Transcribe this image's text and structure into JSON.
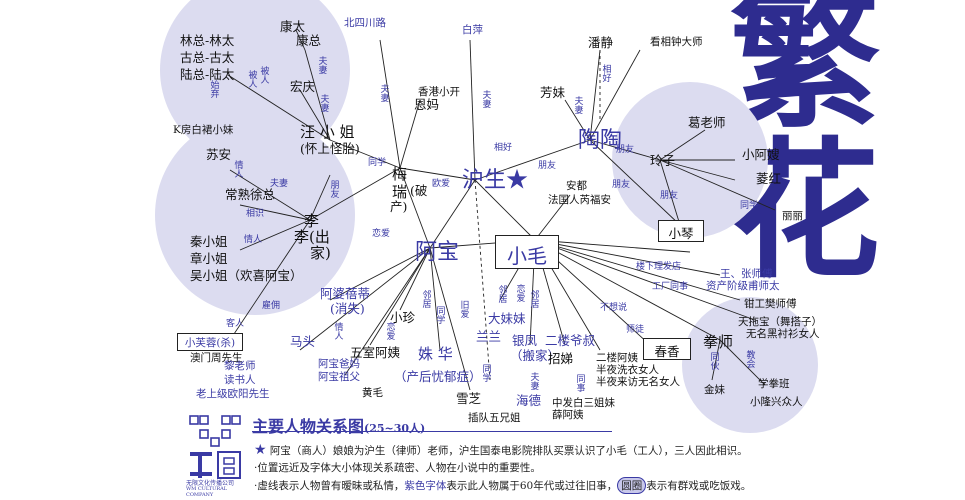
{
  "title": "主要人物关系图",
  "title_count": "(25~30人)",
  "calligraphy": "繁花",
  "nodes": {
    "husheng": "沪生",
    "star": "★",
    "abao": "阿宝",
    "xiaomao": "小毛",
    "taotao": "陶陶",
    "wang": "汪 小 姐",
    "wang_sub": "(怀上怪胎)",
    "mei": "梅",
    "mei2": "瑞",
    "mei_sub": "(破",
    "mei_sub2": "产)",
    "li": "李",
    "li2": "李(出",
    "li_sub": "家)",
    "kangtai": "康太",
    "kangzong": "康总",
    "hongqing": "宏庆",
    "linzong": "林总-林太",
    "guzong": "古总-古太",
    "luzong": "陆总-陆太",
    "kroom": "K房白裙小妹",
    "suan": "苏安",
    "changshu": "常熟徐总",
    "qin": "秦小姐",
    "zhang": "章小姐",
    "wu": "吴小姐（欢喜阿宝）",
    "furong": "小芙蓉(杀)",
    "macau": "澳门周先生",
    "li_teacher": "黎老师",
    "reader": "读书人",
    "ouyang": "老上级欧阳先生",
    "mapo": "阿婆蓓蒂",
    "mapo_sub": "(消失)",
    "matou": "马头",
    "xiaozhen": "小珍",
    "wushi": "五室阿姨",
    "hbaba": "阿宝爸妈",
    "hzufu": "阿宝祖父",
    "huangmao": "黄毛",
    "shuhua": "姝 华",
    "shuhua_sub": "（产后忧郁症）",
    "lanlan": "兰兰",
    "xuezhi": "雪芝",
    "chadui": "插队五兄姐",
    "dameimei": "大妹妹",
    "yinfeng": "银凤",
    "yinfeng_sub": "（搬家）",
    "erlou": "二楼爷叔",
    "haide": "海德",
    "zhaodi": "招娣",
    "erlouayi": "二楼阿姨",
    "banye1": "半夜洗衣女人",
    "banye2": "半夜来访无名女人",
    "baiwu": "中发白三姐妹",
    "xueayi": "薛阿姨",
    "chunxiang": "春香",
    "quanshi": "拳师",
    "jinmei": "金妹",
    "xuebanban": "学拳班",
    "xiaolong": "小隆兴众人",
    "anxin": "安都",
    "faguo": "法国人芮福安",
    "wangzhang": "王、张师傅",
    "zichan": "资产阶级甫师太",
    "qiangong": "钳工樊师傅",
    "tiantuozi": "天拖宝（舞搭子）",
    "wuming": "无名黑衬衫女人",
    "beisi": "北四川路",
    "baiping": "白萍",
    "xianggang": "香港小开",
    "enma": "恩妈",
    "panjing": "潘静",
    "kanxiang": "看相钟大师",
    "fangmei": "芳妹",
    "gelaoshi": "葛老师",
    "xiaoa": "小阿嫂",
    "lingzi": "玲子",
    "linghong": "菱红",
    "lili": "丽丽",
    "xiaoqin": "小琴"
  },
  "labels": {
    "fuqi": "夫妻",
    "fuqi2": "夫妻",
    "fuqi3": "夫妻",
    "fuqi4": "夫妻",
    "fuqi5": "夫妻",
    "fuqi6": "夫妻",
    "qingren": "情人",
    "qingren2": "情人",
    "qingren3": "情人",
    "pengyou": "朋友",
    "pengyou2": "朋友",
    "pengyou3": "朋友",
    "pengyou4": "朋友",
    "pengyou5": "朋友",
    "tongxue": "同学",
    "tongxue2": "同学",
    "tongxue3": "同学",
    "tongxue4": "同学",
    "xiangbao": "相好",
    "xiangbao2": "相好",
    "linju": "邻居",
    "linju2": "邻居",
    "linju3": "邻居",
    "lianai": "恋爱",
    "lianai2": "恋爱",
    "lianai3": "恋爱",
    "jiuai": "旧爱",
    "kuiai": "欧爱",
    "fuqi_v": "夫妻",
    "gu": "雇佣",
    "pomei": "被人",
    "pomei2": "被人",
    "shiqi": "始弃",
    "gongchang": "工厂同事",
    "lou": "楼下理发店",
    "xiangjie": "不想说",
    "qiangjiao": "师徒",
    "tongshi": "同事",
    "kedian": "客人",
    "jiaoshi": "教会",
    "mawei": "同伙",
    "jianzhang": "相识"
  },
  "box_labels": {
    "chunxiang": "春香",
    "xiaoqin": "小琴",
    "furong": "小芙蓉(杀)"
  },
  "legend": {
    "line1_prefix": "阿宝（商人）娘娘为沪生（律师）老师，沪生国泰电影院排队买票认识了小毛（工人），三人因此相识。",
    "line2": "·位置远近及字体大小体现关系疏密、人物在小说中的重要性。",
    "line3_a": "·虚线表示人物曾有暧昧或私情，",
    "line3_b": "紫色字体",
    "line3_c": "表示此人物属于60年代或过往旧事，",
    "line3_d": "圆圈",
    "line3_e": "表示有群戏或吃饭戏。",
    "logo_name": "无限文化传播公司",
    "logo_en": "WM CULTURAL COMPANY"
  }
}
